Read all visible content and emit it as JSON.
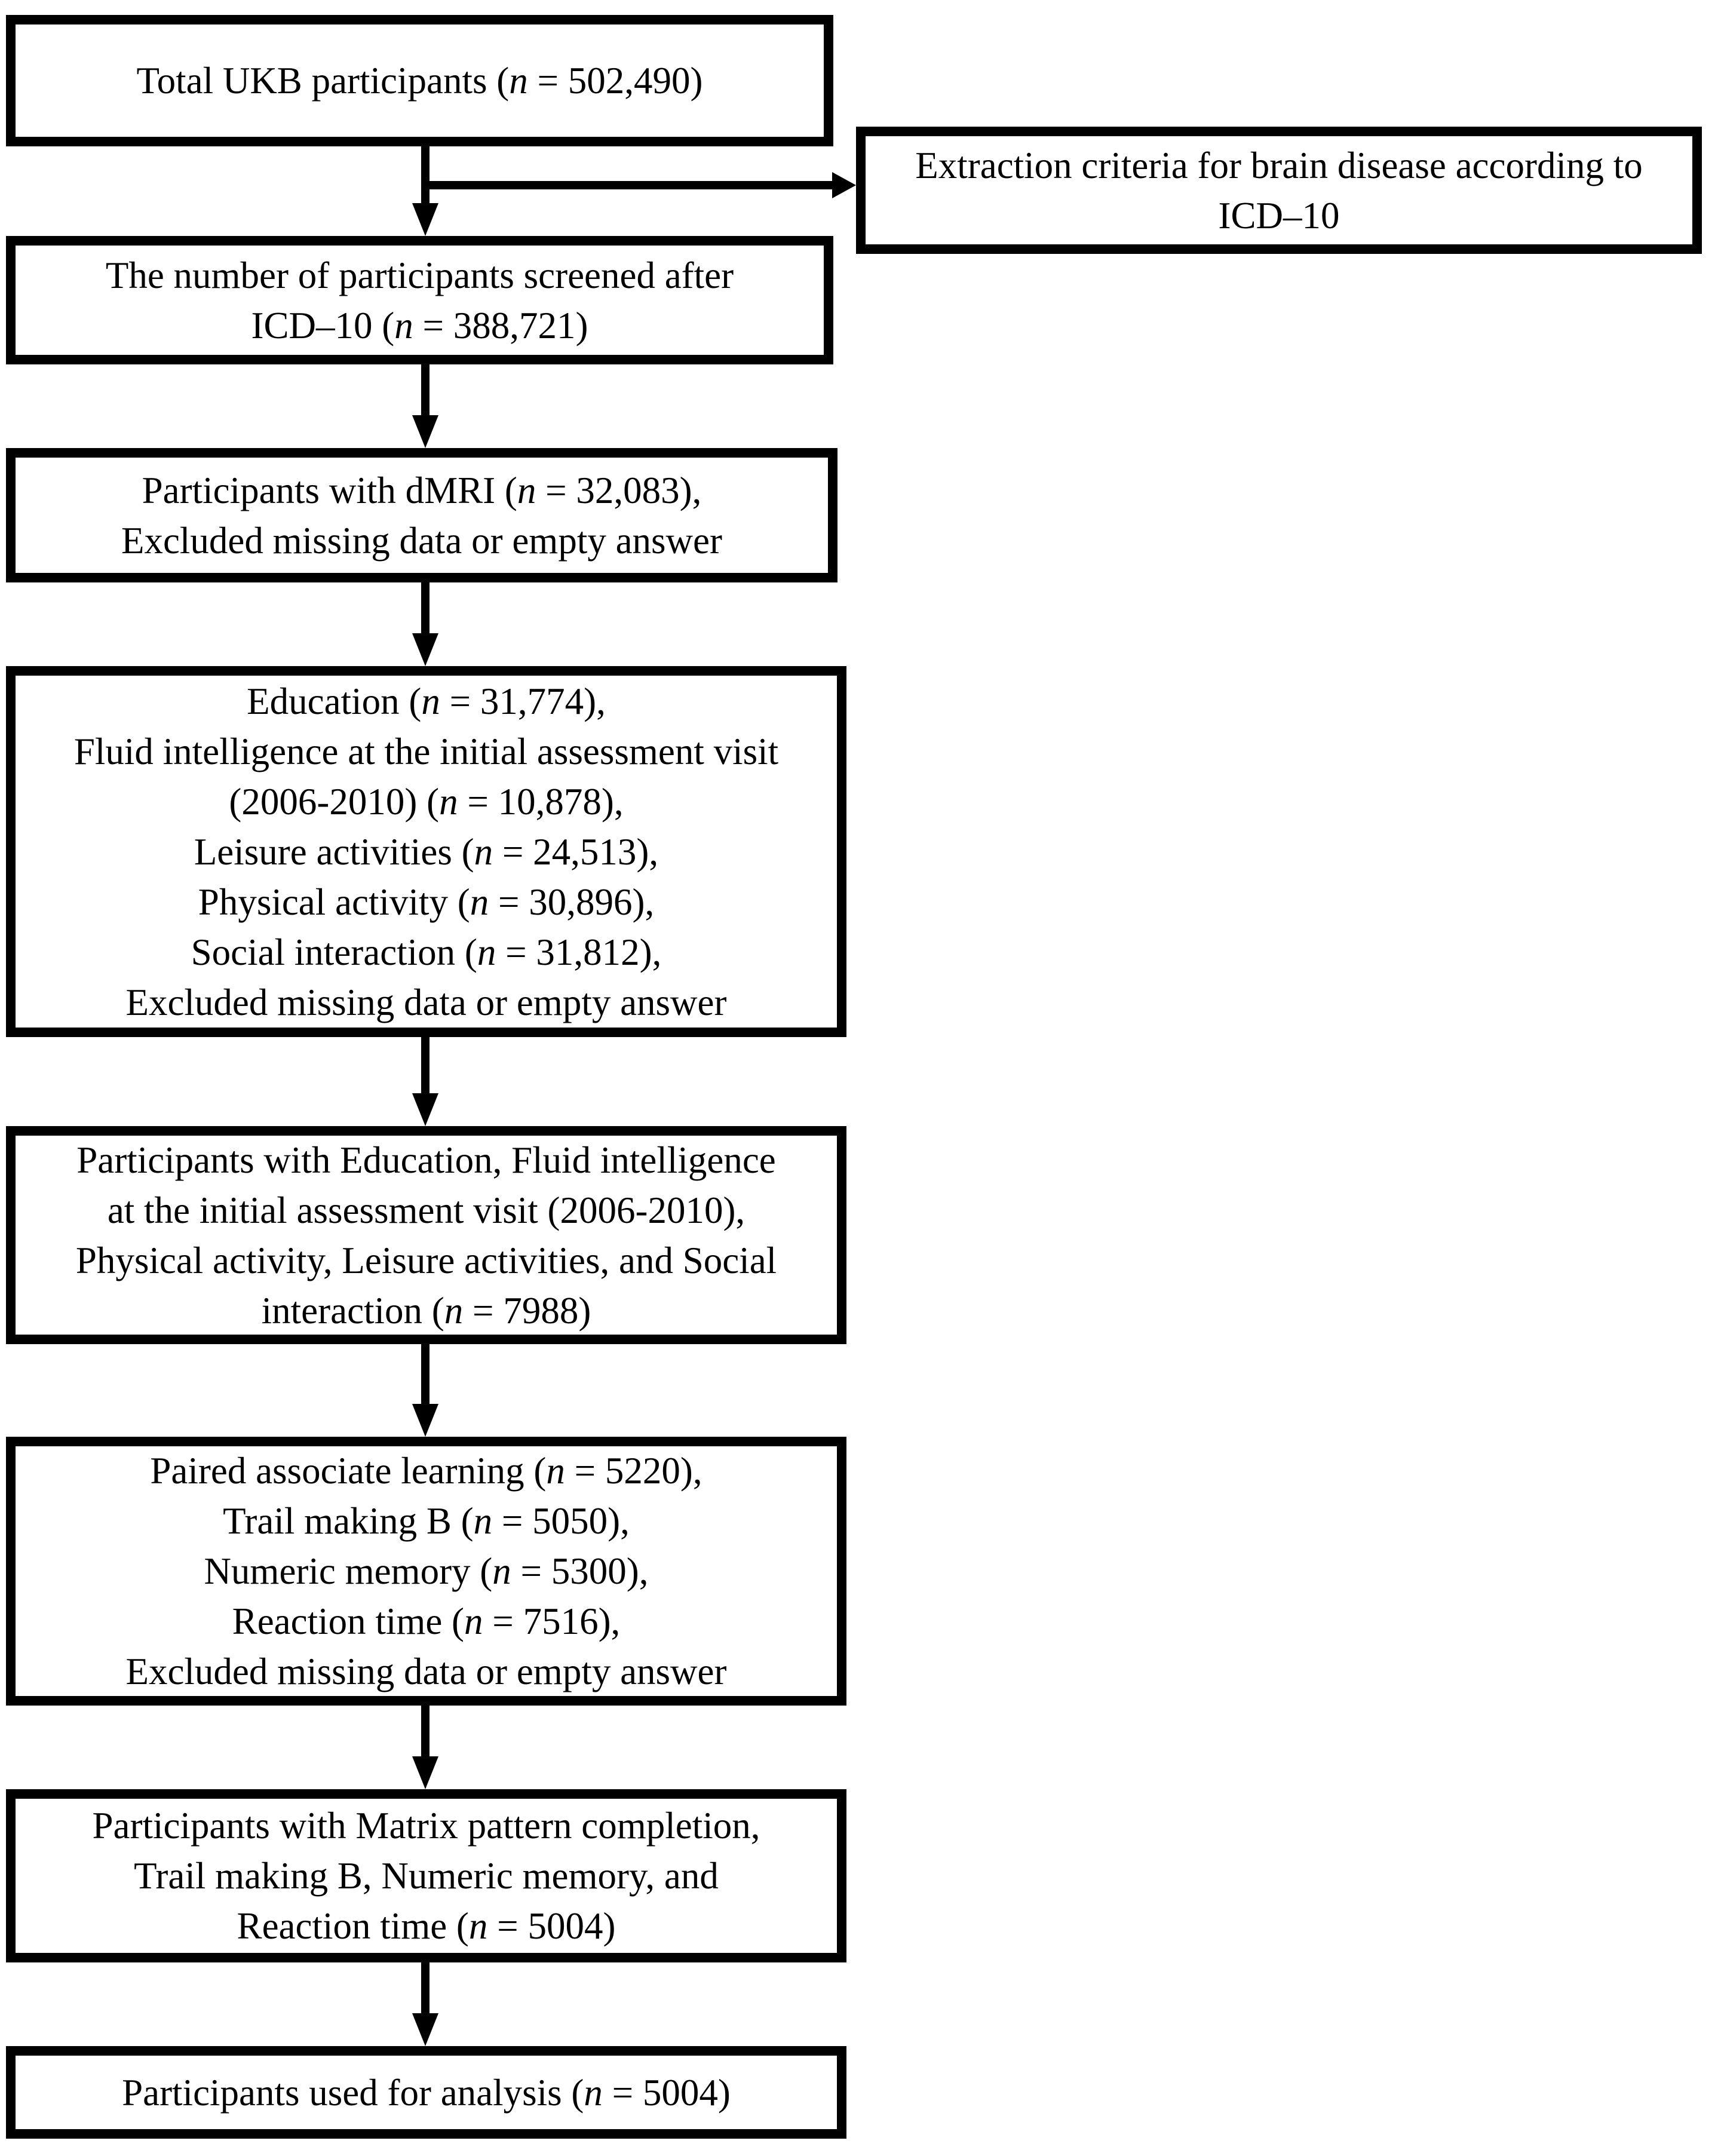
{
  "figure": {
    "background_color": "#ffffff",
    "line_color": "#000000",
    "text_color": "#000000"
  },
  "boxes": [
    {
      "name": "total-ukb-participants",
      "lines": [
        "Total UKB participants (n = 502,490)"
      ]
    },
    {
      "name": "extraction-criteria",
      "lines": [
        "Extraction criteria for brain disease according to",
        "ICD–10"
      ]
    },
    {
      "name": "screened-after-icd10",
      "lines": [
        "The number of participants screened after",
        "ICD–10 (n = 388,721)"
      ]
    },
    {
      "name": "dmri-participants",
      "lines": [
        "Participants with dMRI (n = 32,083),",
        "Excluded missing data or empty answer"
      ]
    },
    {
      "name": "lifestyle-variables",
      "lines": [
        "Education (n = 31,774),",
        "Fluid intelligence at the initial assessment visit",
        "(2006-2010) (n = 10,878),",
        "Leisure activities (n = 24,513),",
        "Physical activity (n = 30,896),",
        "Social interaction (n = 31,812),",
        "Excluded missing data or empty answer"
      ]
    },
    {
      "name": "participants-with-lifestyle",
      "lines": [
        "Participants with Education, Fluid intelligence",
        "at the initial assessment visit (2006-2010),",
        "Physical activity, Leisure activities, and Social",
        "interaction (n = 7988)"
      ]
    },
    {
      "name": "cognitive-tests",
      "lines": [
        "Paired associate learning (n = 5220),",
        "Trail making B (n = 5050),",
        "Numeric memory (n = 5300),",
        "Reaction time (n = 7516),",
        "Excluded missing data or empty answer"
      ]
    },
    {
      "name": "participants-with-cognitive",
      "lines": [
        "Participants with Matrix pattern completion,",
        "Trail making B, Numeric memory, and",
        "Reaction time (n = 5004)"
      ]
    },
    {
      "name": "analysis-sample",
      "lines": [
        "Participants used for analysis (n = 5004)"
      ]
    }
  ]
}
